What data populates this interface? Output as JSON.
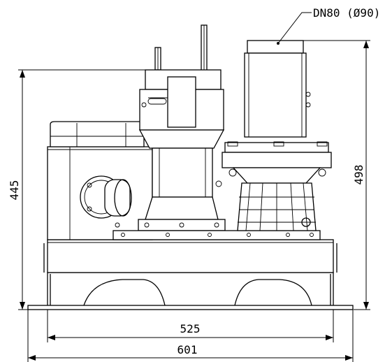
{
  "drawing": {
    "annotations": {
      "outlet_label": "DN80 (Ø90)",
      "total_height": "445",
      "unit_height": "498",
      "inner_width": "525",
      "overall_width": "601"
    }
  }
}
